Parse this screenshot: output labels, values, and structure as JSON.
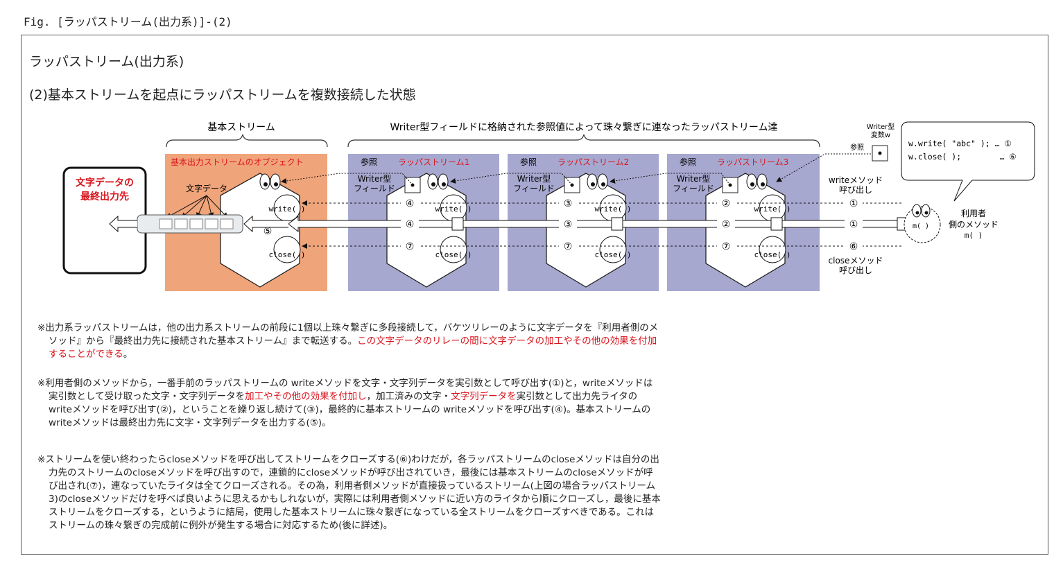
{
  "caption": "Fig. [ラッパストリーム(出力系)]-(2)",
  "title": "ラッパストリーム(出力系)",
  "subtitle": "(2)基本ストリームを起点にラッパストリームを複数接続した状態",
  "diagram": {
    "label_basic_stream": "基本ストリーム",
    "label_wrapper_group": "Writer型フィールドに格納された参照値によって珠々繋ぎに連なったラッパストリーム達",
    "dest_line1": "文字データの",
    "dest_line2": "最終出力先",
    "char_data": "文字データ",
    "basic_object": "基本出力ストリームのオブジェクト",
    "ref": "参照",
    "writer_field_1": "Writer型",
    "writer_field_2": "フィールド",
    "wrapper1": "ラッパストリーム1",
    "wrapper2": "ラッパストリーム2",
    "wrapper3": "ラッパストリーム3",
    "write_method": "write( )",
    "close_method": "close( )",
    "var_writer_1": "Writer型",
    "var_writer_2": "変数w",
    "var_ref": "参照",
    "write_call_1": "writeメソッド",
    "write_call_2": "呼び出し",
    "close_call_1": "closeメソッド",
    "close_call_2": "呼び出し",
    "user_1": "利用者",
    "user_2": "側のメソッド",
    "user_3": "m( )",
    "user_face": "m( )",
    "code_1": "w.write( \"abc\" ); … ①",
    "code_2": "w.close( );        … ⑥",
    "n1": "①",
    "n2": "②",
    "n3": "③",
    "n4": "④",
    "n5": "⑤",
    "n6": "⑥",
    "n7": "⑦"
  },
  "notes": {
    "p1_a": "※出力系ラッパストリームは，他の出力系ストリームの前段に1個以上珠々繋ぎに多段接続して，バケツリレーのように文字データを『利用者側のメソッド』から『最終出力先に接続された基本ストリーム』まで転送する。",
    "p1_red": "この文字データのリレーの間に文字データの加工やその他の効果を付加することができる",
    "p1_b": "。",
    "p2_a": "※利用者側のメソッドから，一番手前のラッパストリームの writeメソッドを文字・文字列データを実引数として呼び出す(①)と，writeメソッドは実引数として受け取った文字・文字列データを",
    "p2_red1": "加工やその他の効果を付加し",
    "p2_b": "，加工済みの文字・",
    "p2_red2": "文字列データを",
    "p2_c": "実引数として出力先ライタの writeメソッドを呼び出す(②)，ということを繰り返し続けて(③)，最終的に基本ストリームの writeメソッドを呼び出す(④)。基本ストリームの writeメソッドは最終出力先に文字・文字列データを出力する(⑤)。",
    "p3": "※ストリームを使い終わったらcloseメソッドを呼び出してストリームをクローズする(⑥)わけだが，各ラッパストリームのcloseメソッドは自分の出力先のストリームのcloseメソッドを呼び出すので，連鎖的にcloseメソッドが呼び出されていき，最後には基本ストリームのcloseメソッドが呼び出され(⑦)，連なっていたライタは全てクローズされる。その為，利用者側メソッドが直接扱っているストリーム(上図の場合ラッパストリーム3)のcloseメソッドだけを呼べば良いように思えるかもしれないが，実際には利用者側メソッドに近い方のライタから順にクローズし，最後に基本ストリームをクローズする，というように結局，使用した基本ストリームに珠々繋ぎになっている全ストリームをクローズすべきである。これはストリームの珠々繋ぎの完成前に例外が発生する場合に対応するため(後に詳述)。"
  },
  "colors": {
    "basic": "#f0a47a",
    "wrapper": "#a7a8cf",
    "red": "#d9141d"
  }
}
